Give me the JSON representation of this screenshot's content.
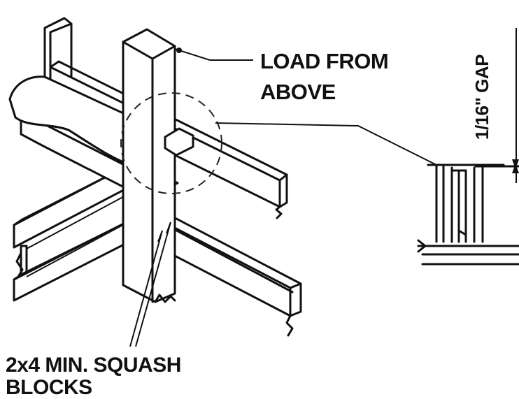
{
  "labels": {
    "load_line1": "LOAD FROM",
    "load_line2": "ABOVE",
    "squash_line1": "2x4 MIN. SQUASH",
    "squash_line2": "BLOCKS",
    "gap": "1/16\" GAP"
  },
  "colors": {
    "line": "#111111",
    "background": "#ffffff"
  }
}
